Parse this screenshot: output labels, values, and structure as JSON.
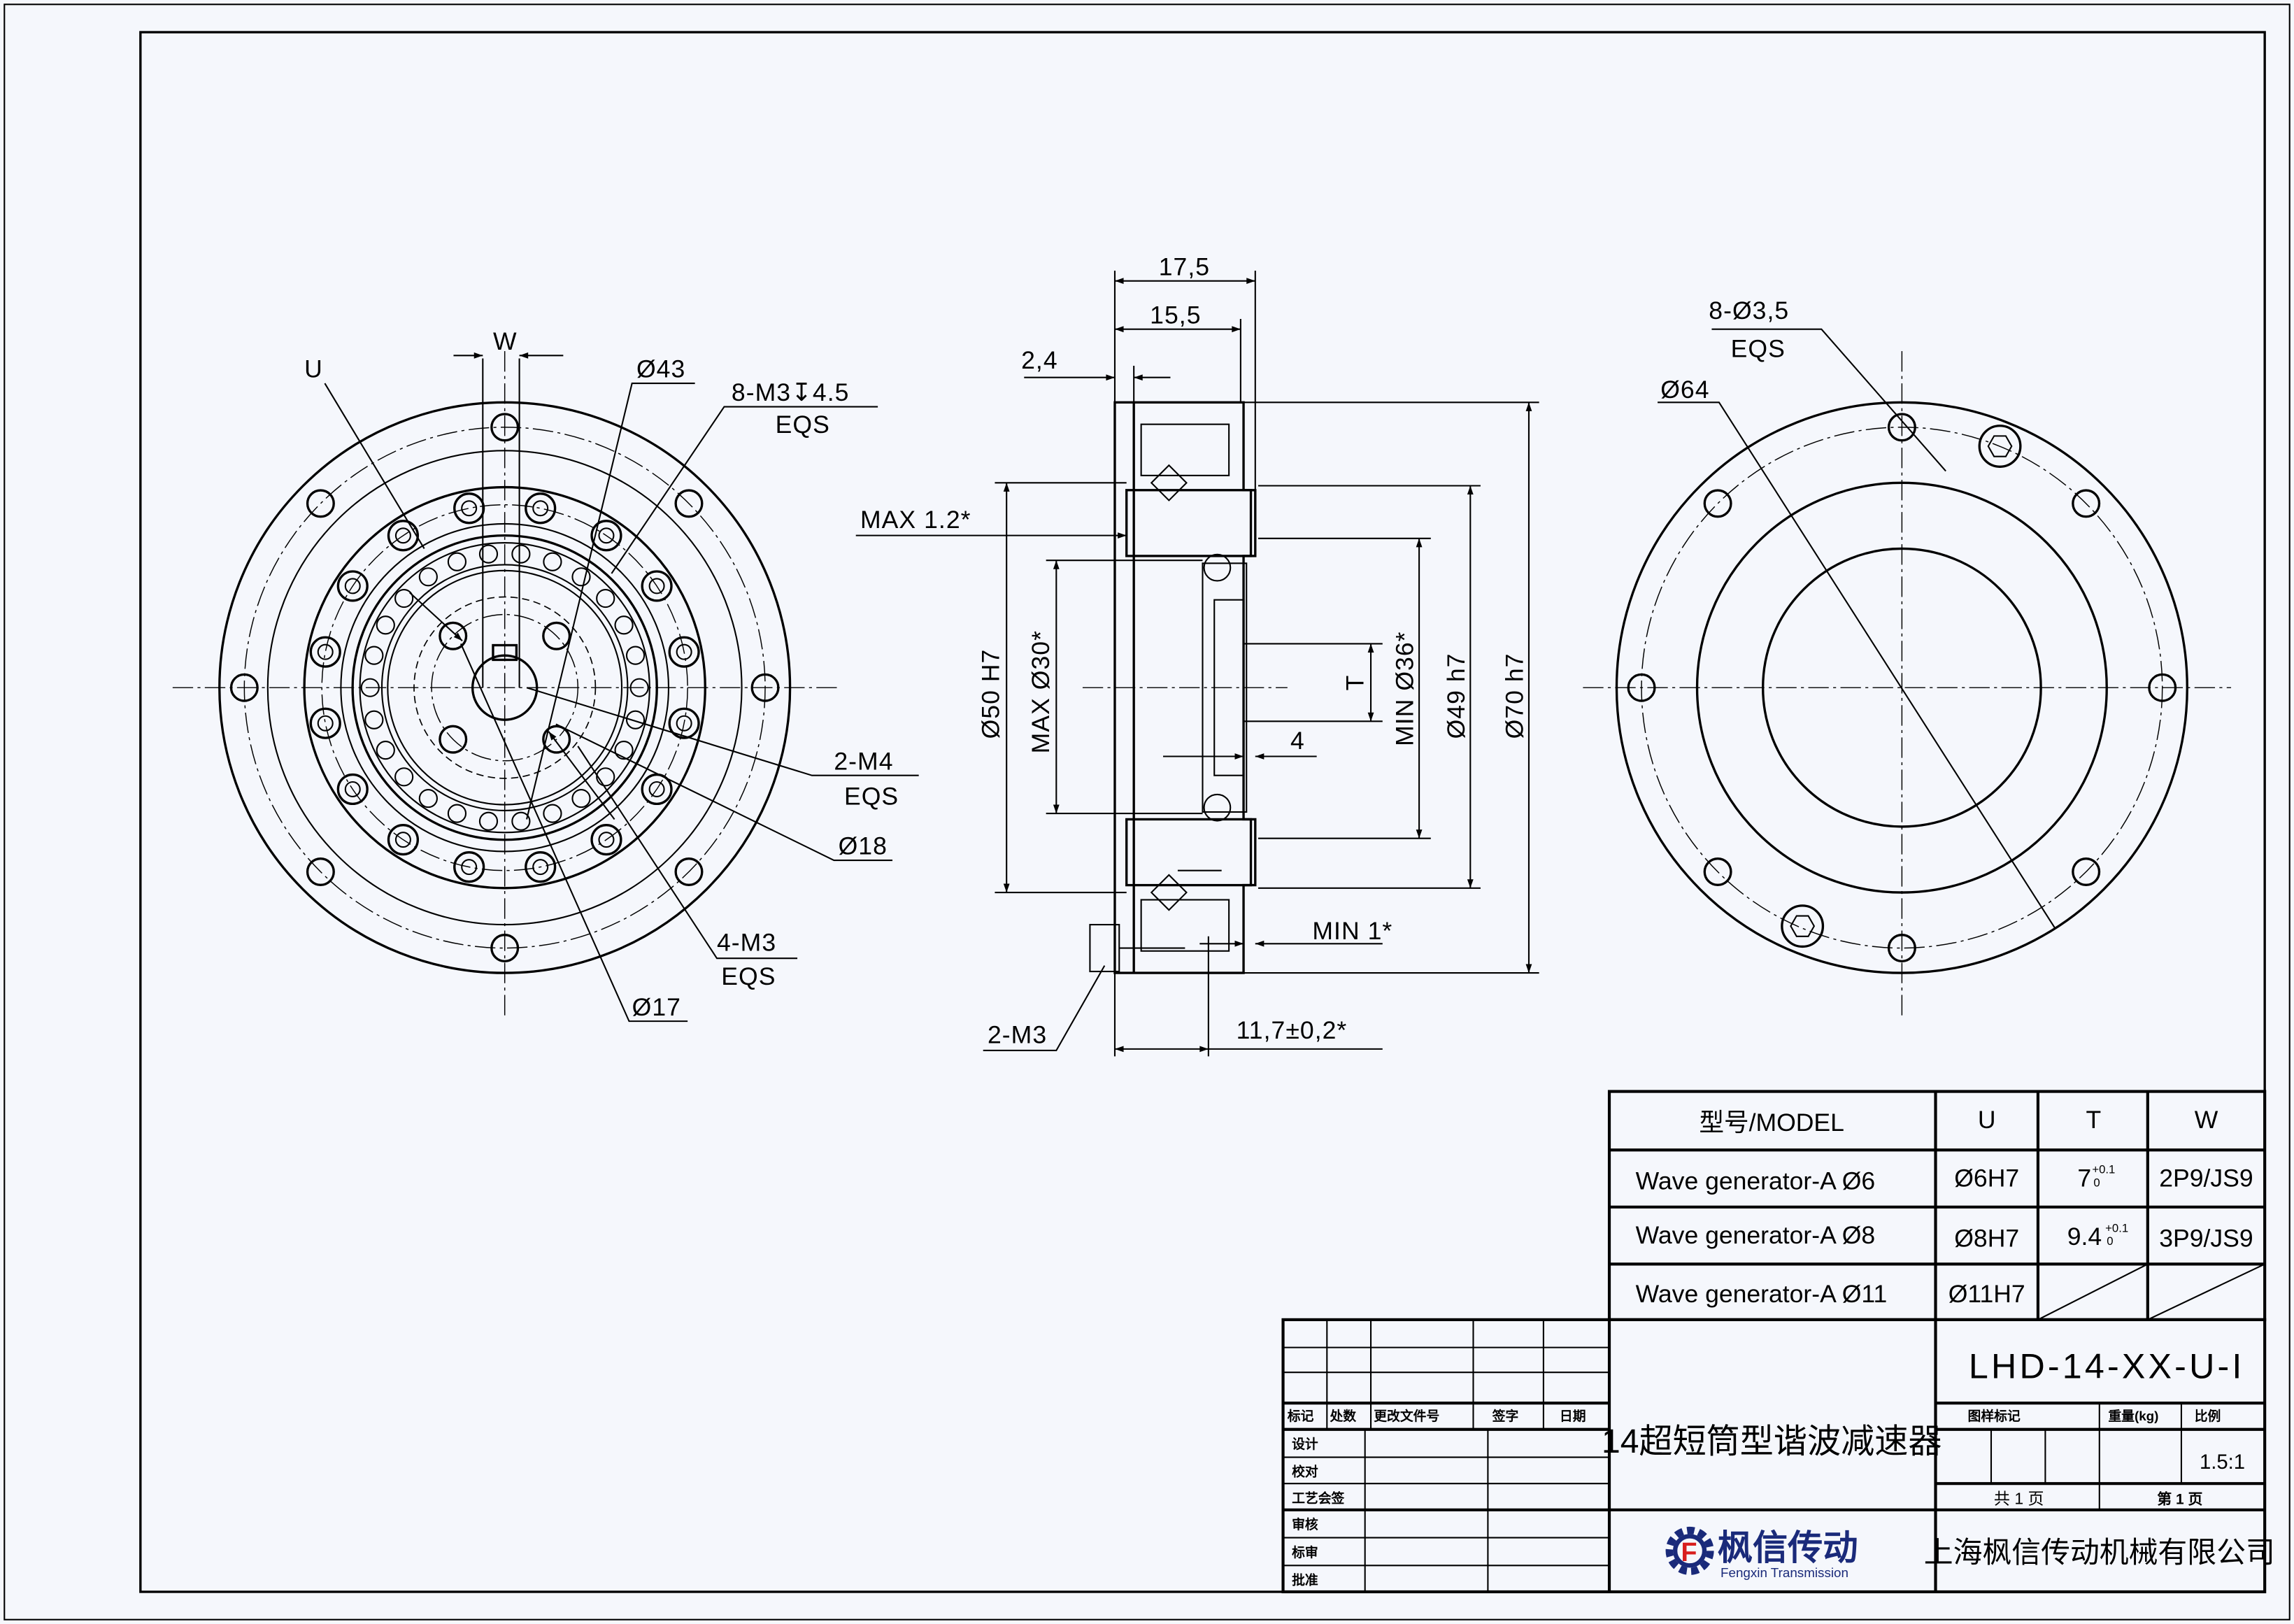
{
  "colors": {
    "background": "#f5f7fc",
    "line": "#000000",
    "logo_blue": "#1a2a7a",
    "logo_red": "#d81e1e"
  },
  "left_view": {
    "labels": [
      "U",
      "W",
      "Ø43",
      "8-M3↧4.5",
      "EQS",
      "2-M4",
      "EQS",
      "Ø18",
      "4-M3",
      "EQS",
      "Ø17"
    ]
  },
  "section_view": {
    "labels": [
      "17,5",
      "15,5",
      "2,4",
      "MAX 1.2*",
      "Ø50 H7",
      "MAX Ø30*",
      "MIN Ø36*",
      "Ø49 h7",
      "Ø70 h7",
      "T",
      "4",
      "MIN 1*",
      "11,7±0,2*",
      "2-M3"
    ]
  },
  "right_view": {
    "labels": [
      "8-Ø3,5",
      "EQS",
      "Ø64"
    ]
  },
  "model_table": {
    "headers": [
      "型号/MODEL",
      "U",
      "T",
      "W"
    ],
    "rows": [
      {
        "model": "Wave generator-A Ø6",
        "u": "Ø6H7",
        "t_base": "7",
        "t_upper": "+0.1",
        "t_lower": "0",
        "w": "2P9/JS9"
      },
      {
        "model": "Wave generator-A Ø8",
        "u": "Ø8H7",
        "t_base": "9.4",
        "t_upper": "+0.1",
        "t_lower": "0",
        "w": "3P9/JS9"
      },
      {
        "model": "Wave generator-A Ø11",
        "u": "Ø11H7"
      }
    ]
  },
  "title_block": {
    "revision_headers": [
      "标记",
      "处数",
      "更改文件号",
      "签字",
      "日期"
    ],
    "approval_rows": [
      "设计",
      "校对",
      "工艺会签",
      "审核",
      "标审",
      "批准"
    ],
    "title": "14超短筒型谐波减速器",
    "drawing_number": "LHD-14-XX-U-I",
    "sample_mark_label": "图样标记",
    "weight_label": "重量(kg)",
    "scale_label": "比例",
    "scale_value": "1.5:1",
    "sheets_total": "共 1 页",
    "sheet_number": "第 1 页",
    "logo_name": "枫信传动",
    "logo_sub": "Fengxin Transmission",
    "company": "上海枫信传动机械有限公司"
  }
}
